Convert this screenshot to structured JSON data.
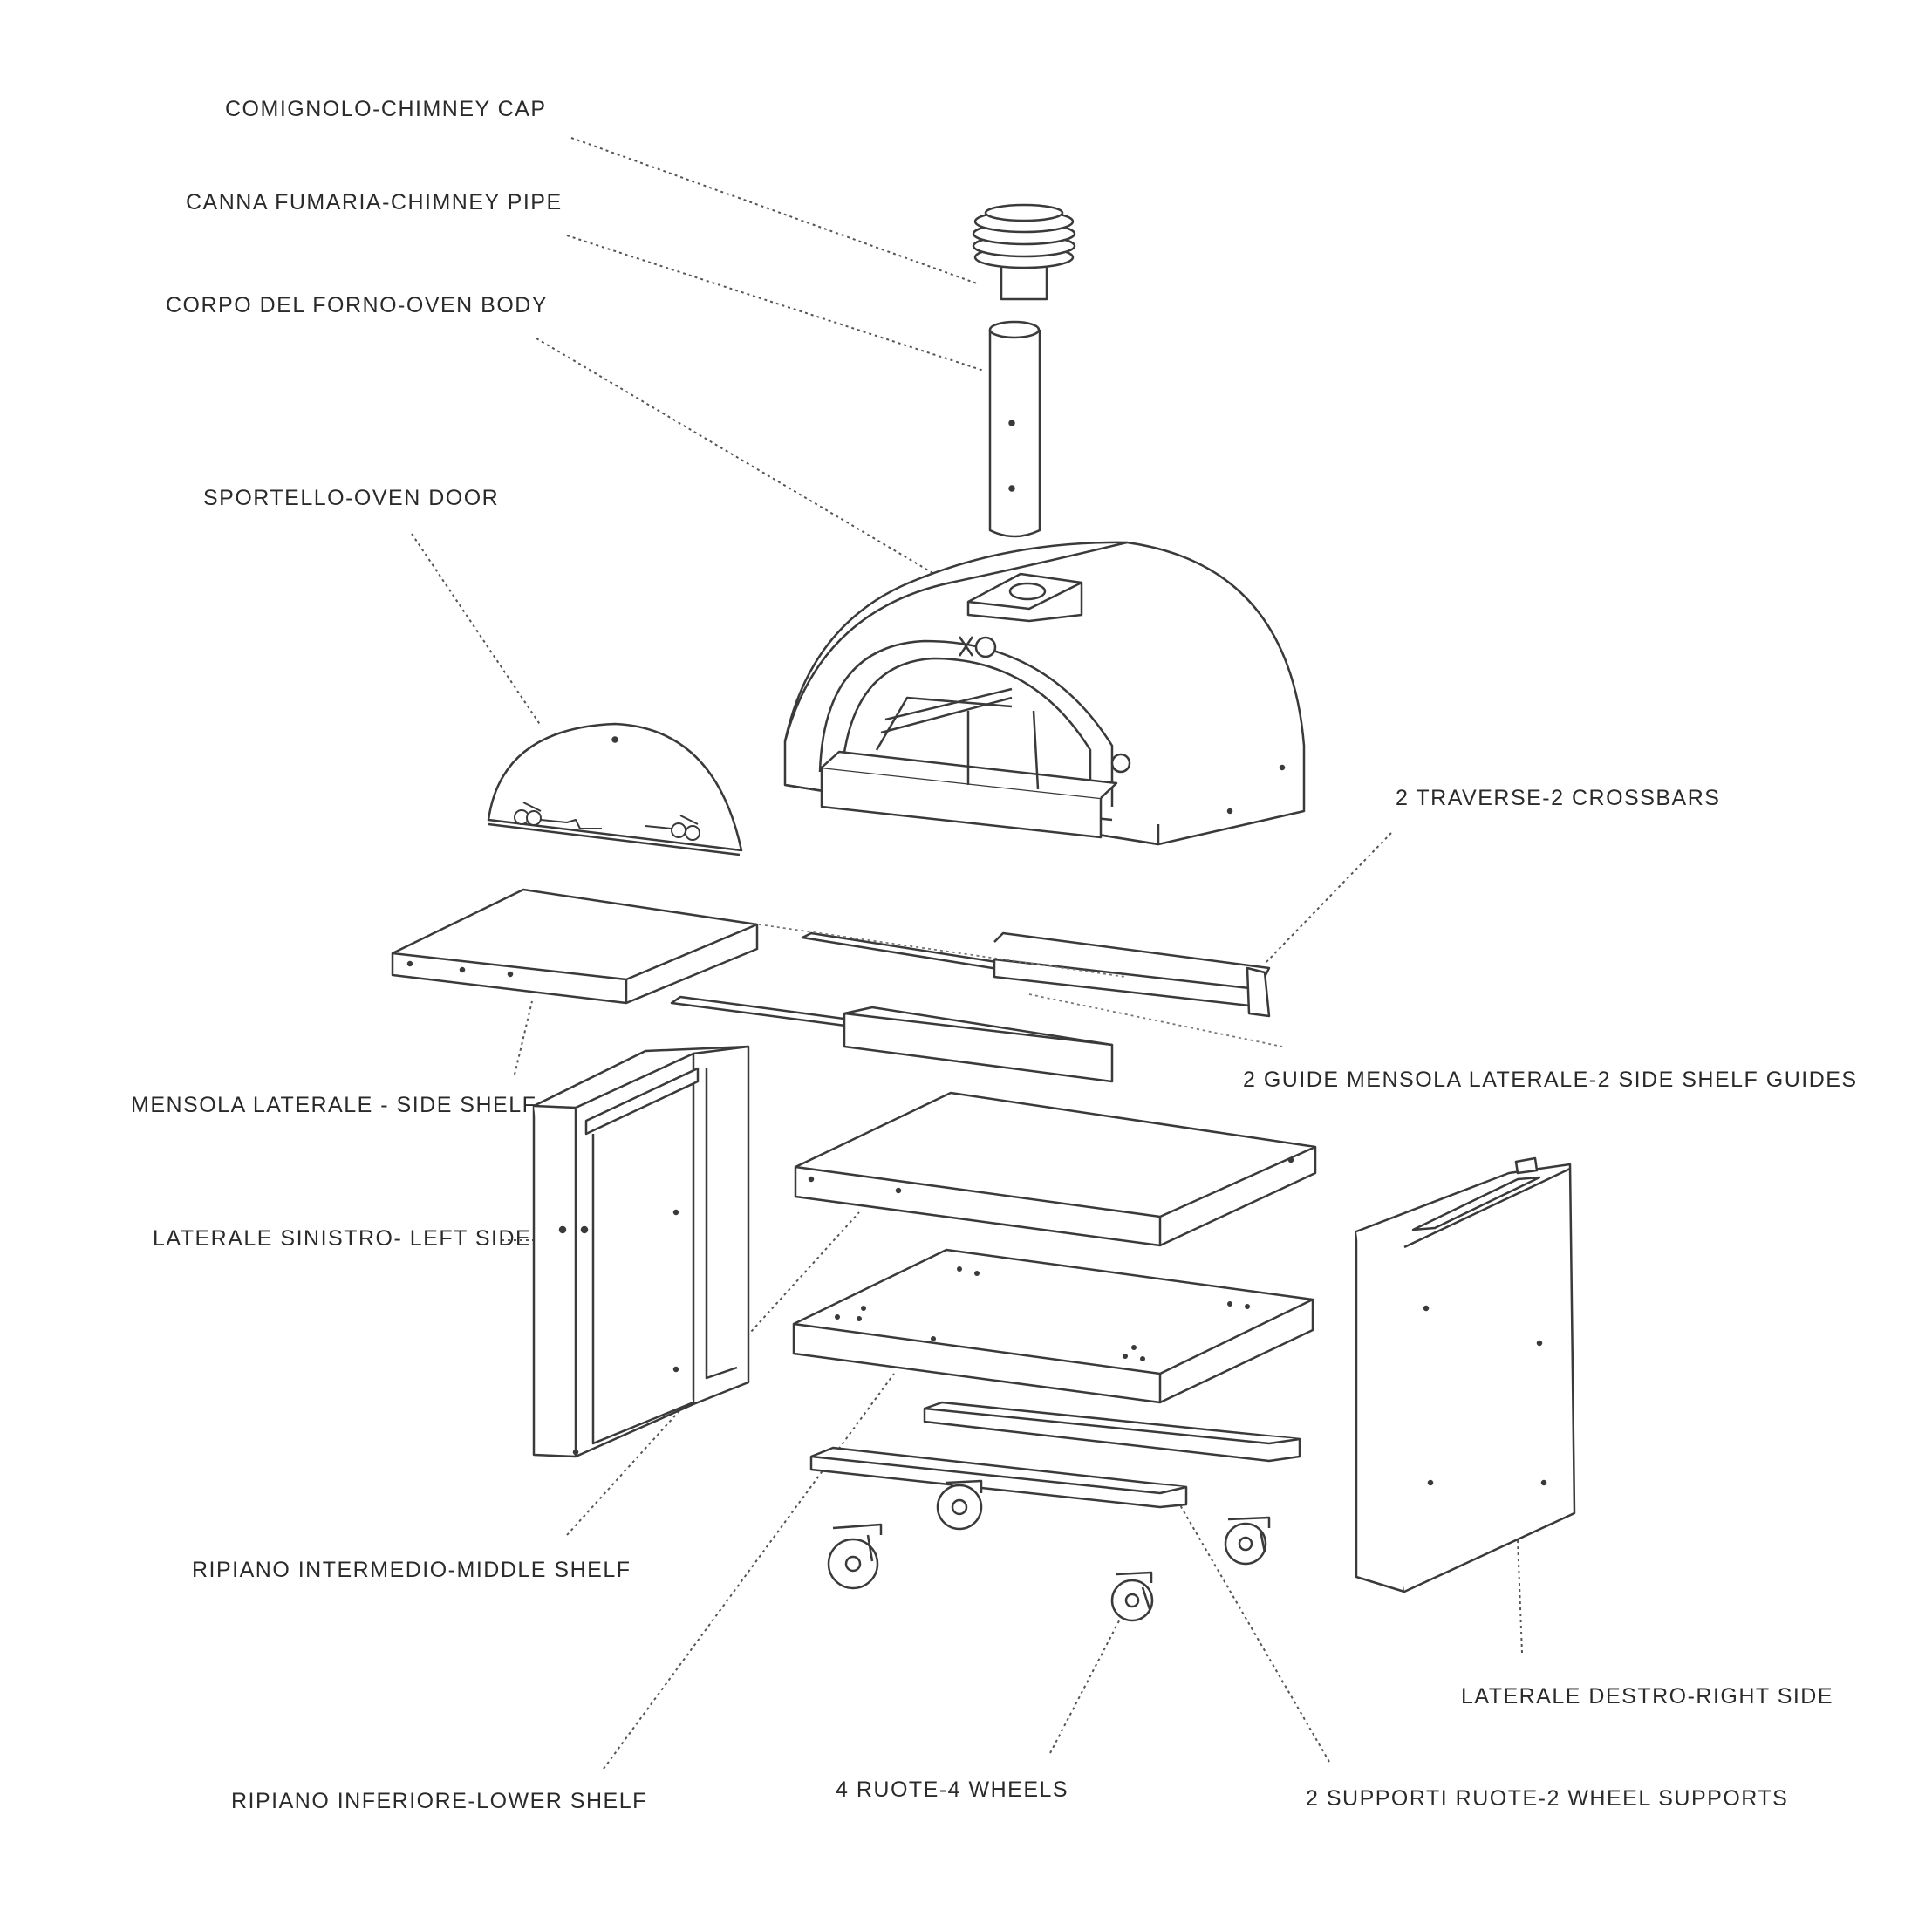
{
  "diagram": {
    "labels": {
      "chimney_cap": "COMIGNOLO-CHIMNEY CAP",
      "chimney_pipe": "CANNA FUMARIA-CHIMNEY PIPE",
      "oven_body": "CORPO DEL FORNO-OVEN BODY",
      "oven_door": "SPORTELLO-OVEN DOOR",
      "crossbars": "2 TRAVERSE-2 CROSSBARS",
      "side_shelf_guides": "2 GUIDE MENSOLA LATERALE-2 SIDE SHELF GUIDES",
      "side_shelf": "MENSOLA LATERALE - SIDE SHELF",
      "left_side": "LATERALE SINISTRO- LEFT SIDE",
      "middle_shelf": "RIPIANO INTERMEDIO-MIDDLE SHELF",
      "right_side": "LATERALE DESTRO-RIGHT SIDE",
      "lower_shelf": "RIPIANO INFERIORE-LOWER SHELF",
      "wheels": "4 RUOTE-4 WHEELS",
      "wheel_supports": "2 SUPPORTI RUOTE-2 WHEEL SUPPORTS"
    },
    "colors": {
      "line": "#3a3a3a",
      "fill": "#ffffff",
      "text": "#2a2a2a"
    }
  }
}
